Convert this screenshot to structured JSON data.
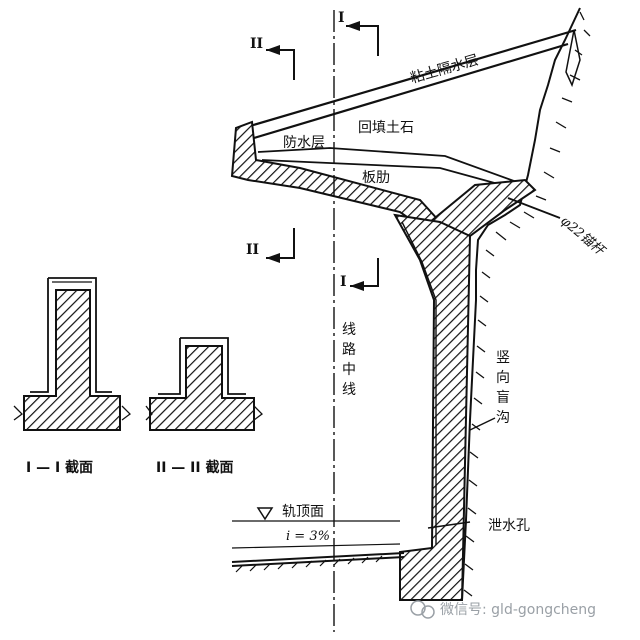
{
  "labels": {
    "clay_layer": "粘土隔水层",
    "waterproof_layer": "防水层",
    "backfill": "回填土石",
    "rib_plate": "板肋",
    "anchor_bolt": "φ22锚杆",
    "route_center": "线路中线",
    "vertical_drain": "竖向盲沟",
    "weep_hole": "泄水孔",
    "rail_top": "轨顶面",
    "slope": "i = 3%",
    "section_1_marker": "I",
    "section_2_marker": "II",
    "section_1_caption": "I — I 截面",
    "section_2_caption": "II — II 截面"
  },
  "watermark": "微信号: gld-gongcheng",
  "colors": {
    "ink": "#111111",
    "paper": "#ffffff",
    "watermark": "#9aa0a6"
  }
}
